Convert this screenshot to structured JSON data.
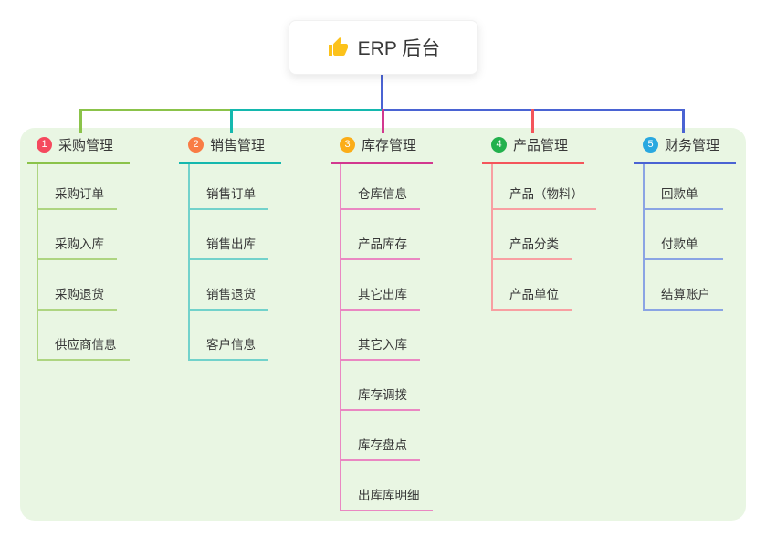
{
  "root": {
    "title": "ERP 后台",
    "icon": "thumbs-up-icon",
    "line_color": "#4A63D3"
  },
  "panel": {
    "background": "#E9F6E3"
  },
  "branches": [
    {
      "number": "1",
      "label": "采购管理",
      "badge_color": "#F5495E",
      "line_color": "#8BC34A",
      "child_line_color": "#AED581",
      "items": [
        "采购订单",
        "采购入库",
        "采购退货",
        "供应商信息"
      ]
    },
    {
      "number": "2",
      "label": "销售管理",
      "badge_color": "#F97C45",
      "line_color": "#14B8AE",
      "child_line_color": "#72D2CB",
      "items": [
        "销售订单",
        "销售出库",
        "销售退货",
        "客户信息"
      ]
    },
    {
      "number": "3",
      "label": "库存管理",
      "badge_color": "#FBAD18",
      "line_color": "#D2388F",
      "child_line_color": "#EA87C2",
      "items": [
        "仓库信息",
        "产品库存",
        "其它出库",
        "其它入库",
        "库存调拨",
        "库存盘点",
        "出库库明细"
      ]
    },
    {
      "number": "4",
      "label": "产品管理",
      "badge_color": "#23B14D",
      "line_color": "#F4555B",
      "child_line_color": "#F89FA2",
      "items": [
        "产品（物料）",
        "产品分类",
        "产品单位"
      ]
    },
    {
      "number": "5",
      "label": "财务管理",
      "badge_color": "#29A8E0",
      "line_color": "#4A63D3",
      "child_line_color": "#8AA4E4",
      "items": [
        "回款单",
        "付款单",
        "结算账户"
      ]
    }
  ]
}
